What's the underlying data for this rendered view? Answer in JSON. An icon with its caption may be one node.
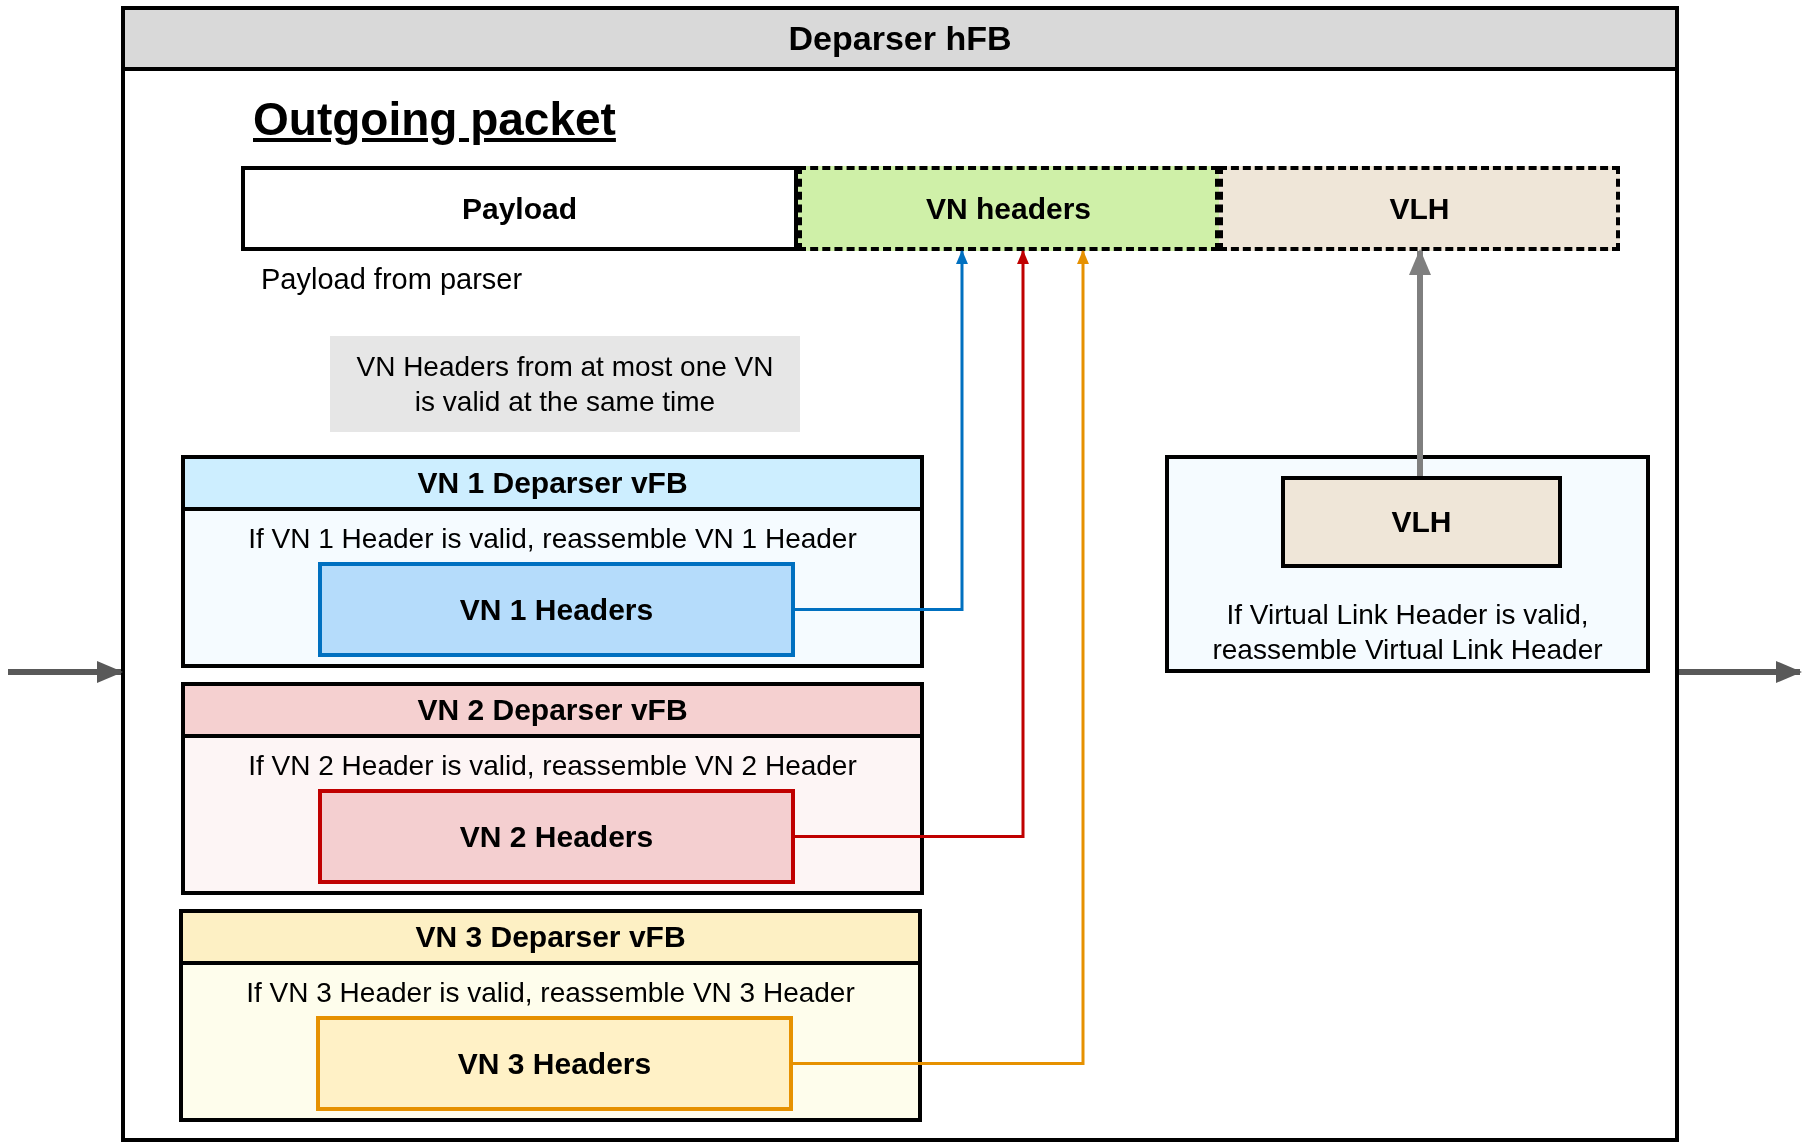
{
  "diagram": {
    "nodes": [
      {
        "text": [
          "Deparser hFB"
        ]
      },
      {
        "text": [
          "Payload"
        ],
        "in": 0,
        "beside": [
          "Payload from parser"
        ]
      },
      {
        "text": [
          "VN headers"
        ],
        "in": 0
      },
      {
        "text": [
          "VLH"
        ],
        "in": 0
      },
      {
        "text": [
          "VN Headers from at most one VN is valid at the same time"
        ],
        "in": 0
      },
      {
        "text": [
          "VN 1 Deparser vFB",
          "If VN 1 Header is valid, reassemble VN 1 Header"
        ],
        "in": 0
      },
      {
        "text": [
          "VN 1 Headers"
        ],
        "in": 5
      },
      {
        "text": [
          "VN 2 Deparser vFB",
          "If VN 2 Header is valid, reassemble VN 2 Header"
        ],
        "in": 0
      },
      {
        "text": [
          "VN 2 Headers"
        ],
        "in": 7
      },
      {
        "text": [
          "VN 3 Deparser vFB",
          "If VN 3 Header is valid, reassemble VN 3 Header"
        ],
        "in": 0
      },
      {
        "text": [
          "VN 3 Headers"
        ],
        "in": 9
      },
      {
        "text": [
          "If Virtual Link Header is valid, reassemble Virtual Link Header"
        ],
        "in": 0
      },
      {
        "text": [
          "VLH"
        ],
        "in": 11
      }
    ],
    "edges": [
      {
        "from": 6,
        "to": 2,
        "arrow": "to",
        "color": "#0070c0"
      },
      {
        "from": 8,
        "to": 2,
        "arrow": "to",
        "color": "#c00000"
      },
      {
        "from": 10,
        "to": 2,
        "arrow": "to",
        "color": "#e69100"
      },
      {
        "from": 12,
        "to": 3,
        "arrow": "to",
        "style": "thick",
        "color": "#7f7f7f"
      },
      {
        "from": null,
        "to": 0,
        "arrow": "to",
        "style": "thick",
        "color": "#595959"
      },
      {
        "from": 0,
        "to": null,
        "arrow": "to",
        "style": "thick",
        "color": "#595959"
      }
    ],
    "labels": [
      "Outgoing packet"
    ]
  }
}
